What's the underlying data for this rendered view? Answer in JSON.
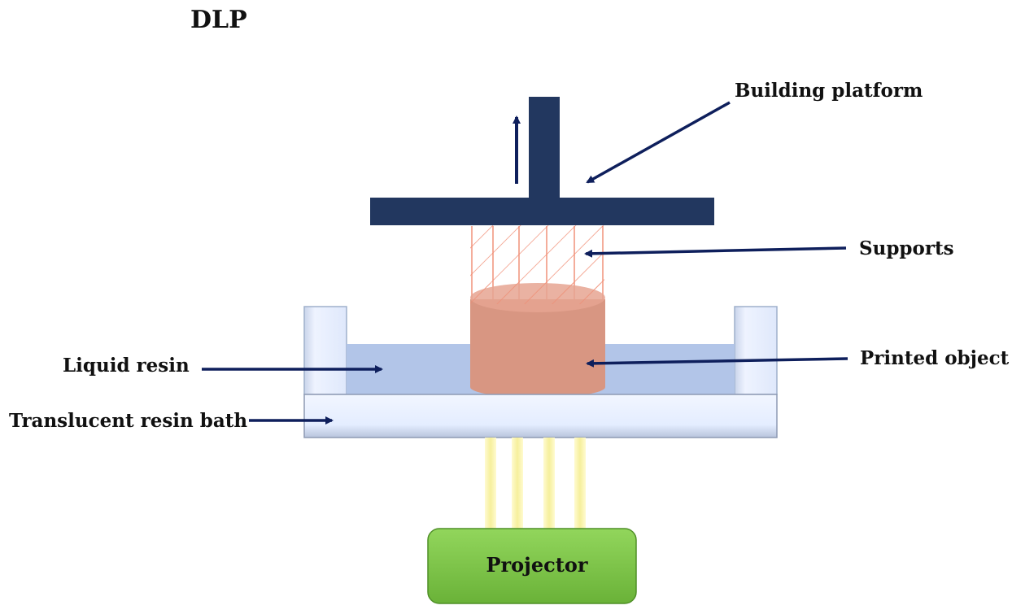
{
  "title": "DLP",
  "labels": {
    "building_platform": "Building platform",
    "supports": "Supports",
    "liquid_resin": "Liquid resin",
    "printed_object": "Printed object",
    "translucent_resin_bath": "Translucent resin bath",
    "projector": "Projector"
  },
  "colors": {
    "platform": "#22375f",
    "arrow": "#0e1f5c",
    "supports": "#f08a70",
    "object": "#d89682",
    "object_top": "#e8ac9a",
    "resin": "#b2c5e8",
    "bath": "#e6efff",
    "projector": "#7ac545",
    "light_beam": "#f7f2a8"
  }
}
